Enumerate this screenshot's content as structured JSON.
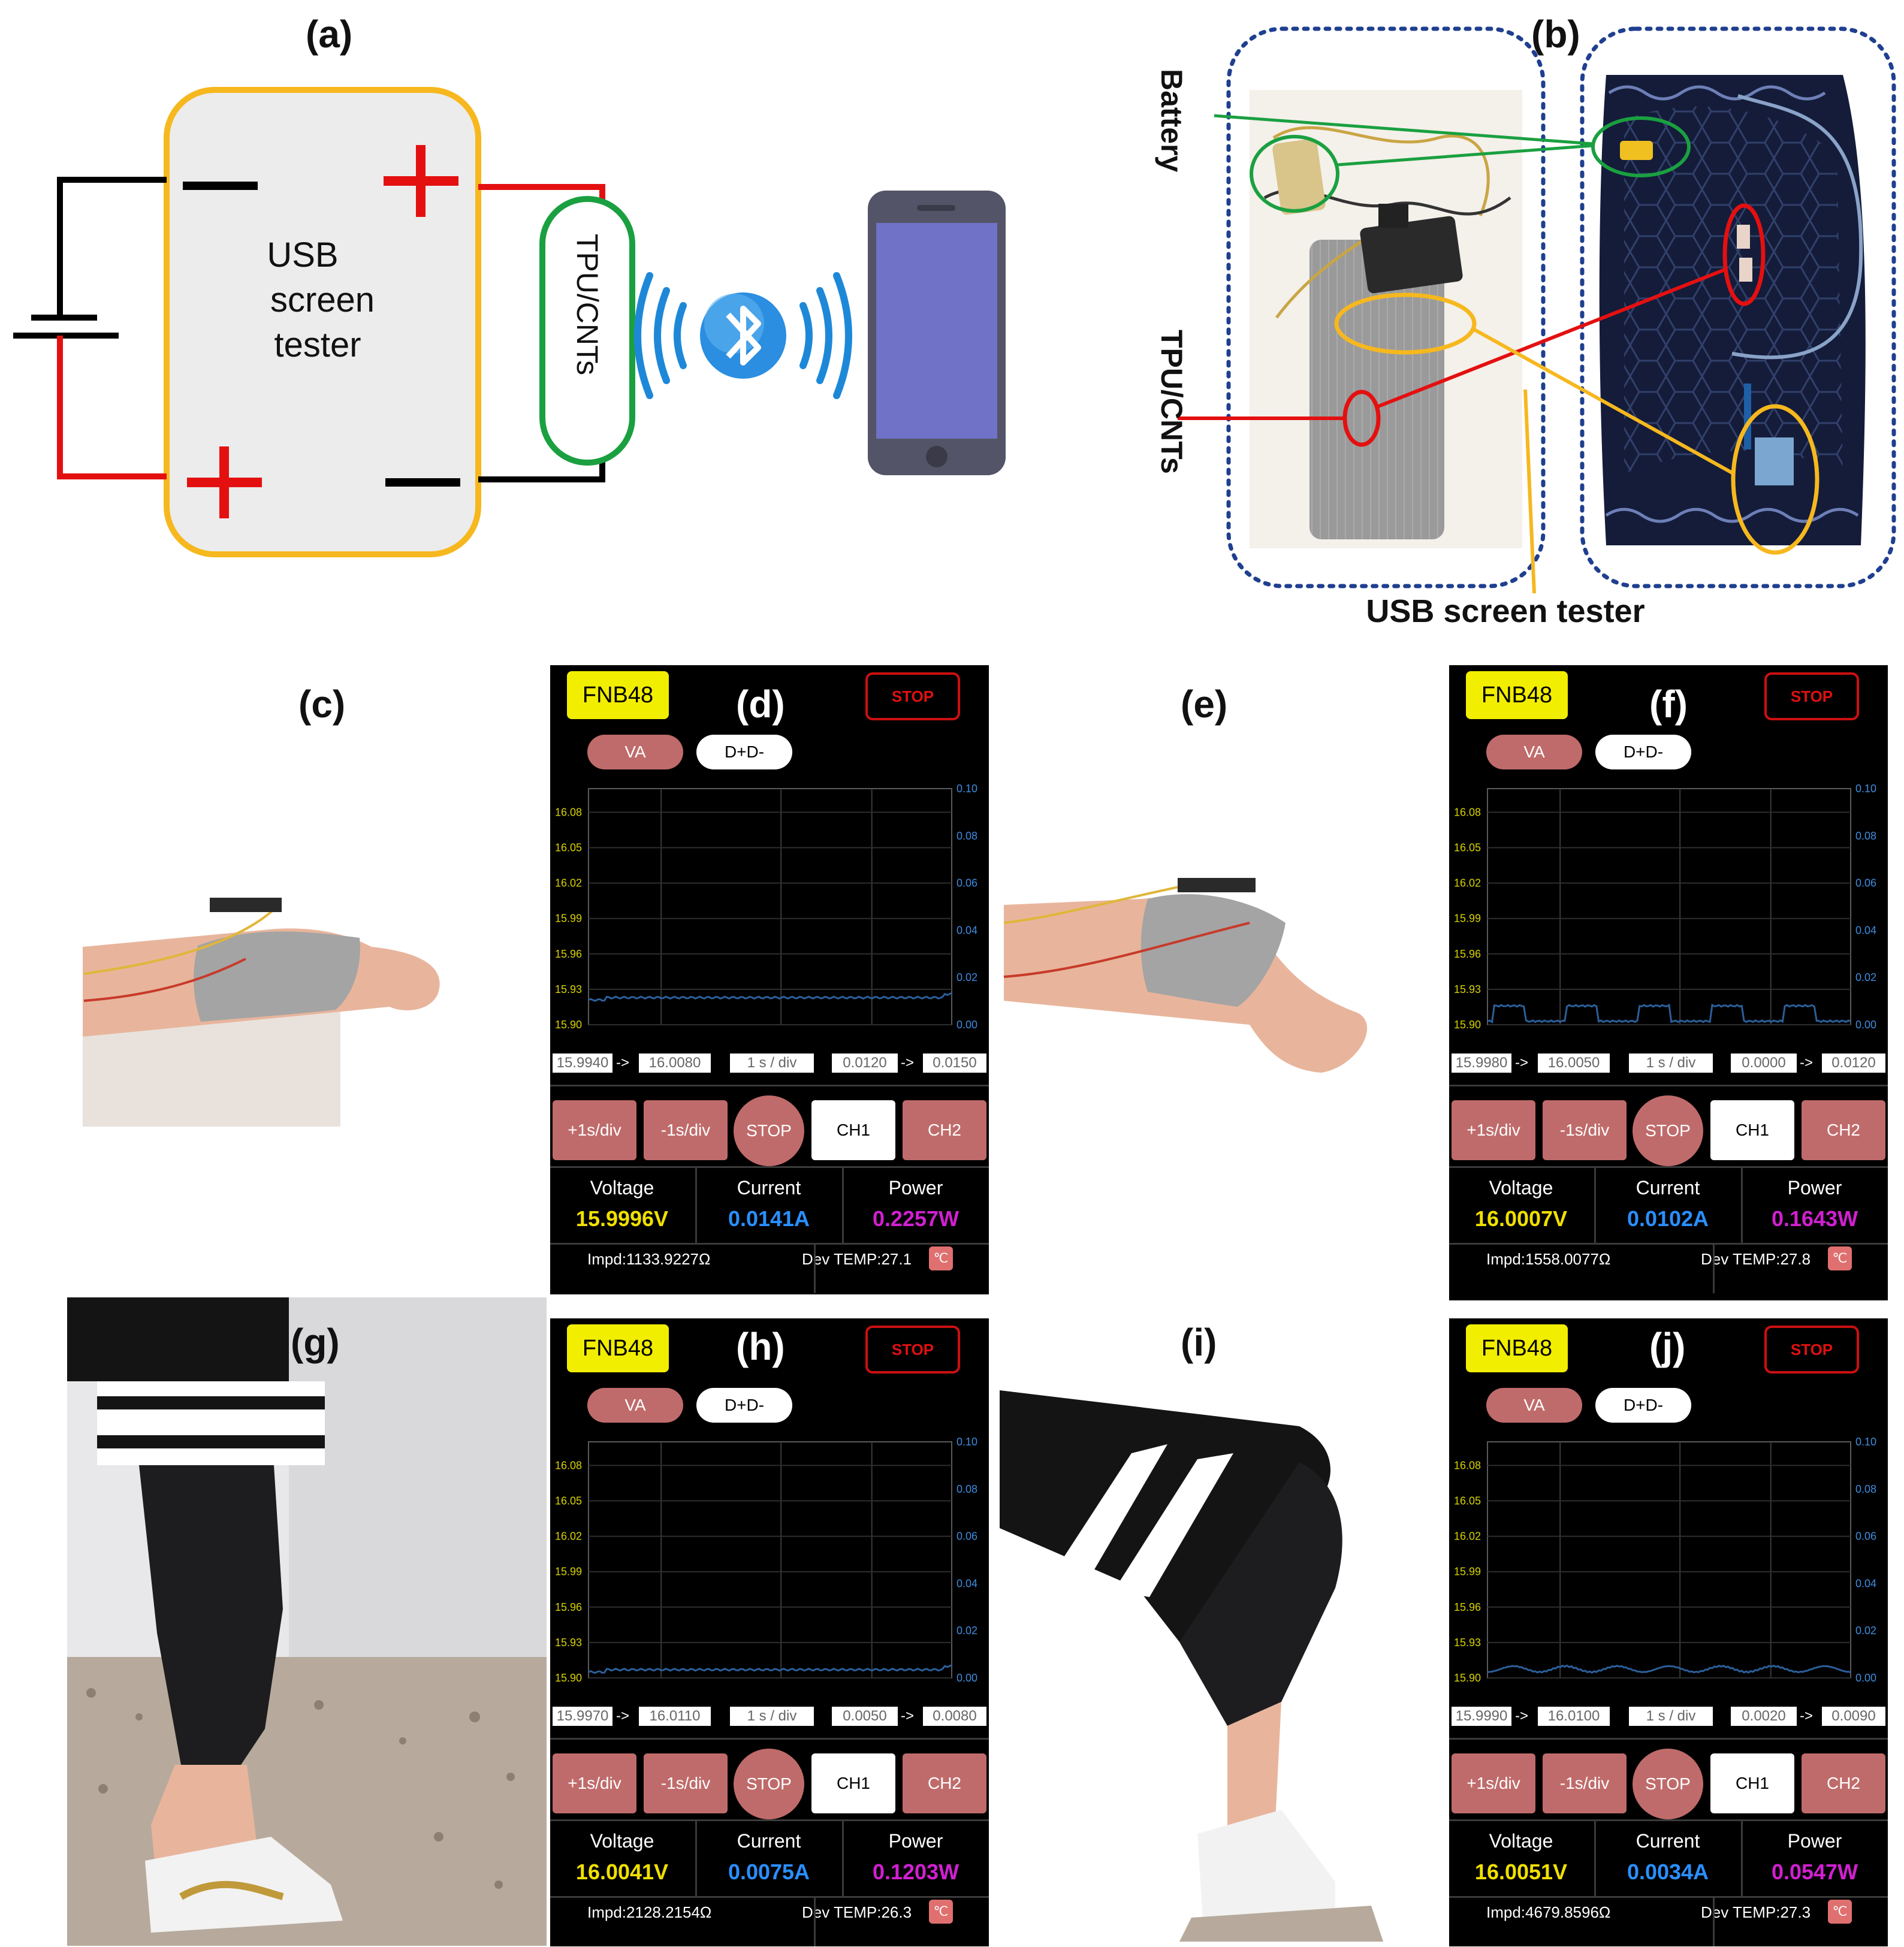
{
  "labels": {
    "a": "(a)",
    "b": "(b)",
    "c": "(c)",
    "d": "(d)",
    "e": "(e)",
    "f": "(f)",
    "g": "(g)",
    "h": "(h)",
    "i": "(i)",
    "j": "(j)"
  },
  "circuit": {
    "tester_text": [
      "USB",
      "screen",
      "tester"
    ],
    "sensor_text": "TPU/CNTs",
    "minus": "—",
    "plus": "+"
  },
  "photo_b": {
    "battery_label": "Battery",
    "sensor_label": "TPU/CNTs",
    "tester_label": "USB screen tester"
  },
  "app_common": {
    "brand": "FNB48",
    "stop": "STOP",
    "toggle_va": "VA",
    "toggle_dd": "D+D-",
    "btn_plus": "+1s/div",
    "btn_minus": "-1s/div",
    "btn_stop": "STOP",
    "btn_ch1": "CH1",
    "btn_ch2": "CH2",
    "voltage_label": "Voltage",
    "current_label": "Current",
    "power_label": "Power",
    "arrow": "->",
    "time_div": "1 s / div",
    "temp_icon": "℃",
    "y_left_ticks": [
      "16.08",
      "16.05",
      "16.02",
      "15.99",
      "15.96",
      "15.93",
      "15.90"
    ],
    "y_right_ticks": [
      "0.10",
      "0.08",
      "0.06",
      "0.04",
      "0.02",
      "0.00"
    ],
    "colors": {
      "voltage": "#f0e000",
      "current": "#2a8fff",
      "power": "#d020d0",
      "trace": "#2b5f9a",
      "button": "#c06b6b"
    }
  },
  "apps": [
    {
      "id": "d",
      "v_from": "15.9940",
      "v_to": "16.0080",
      "a_from": "0.0120",
      "a_to": "0.0150",
      "voltage": "15.9996V",
      "current": "0.0141A",
      "power": "0.2257W",
      "impd": "Impd:1133.9227Ω",
      "temp": "Dev TEMP:27.1",
      "trace": {
        "type": "flat",
        "level": 15.923
      }
    },
    {
      "id": "f",
      "v_from": "15.9980",
      "v_to": "16.0050",
      "a_from": "0.0000",
      "a_to": "0.0120",
      "voltage": "16.0007V",
      "current": "0.0102A",
      "power": "0.1643W",
      "impd": "Impd:1558.0077Ω",
      "temp": "Dev TEMP:27.8",
      "trace": {
        "type": "pulse",
        "low": 15.903,
        "high": 15.916,
        "cycles": 5
      }
    },
    {
      "id": "h",
      "v_from": "15.9970",
      "v_to": "16.0110",
      "a_from": "0.0050",
      "a_to": "0.0080",
      "voltage": "16.0041V",
      "current": "0.0075A",
      "power": "0.1203W",
      "impd": "Impd:2128.2154Ω",
      "temp": "Dev TEMP:26.3",
      "trace": {
        "type": "flat",
        "level": 15.907
      }
    },
    {
      "id": "j",
      "v_from": "15.9990",
      "v_to": "16.0100",
      "a_from": "0.0020",
      "a_to": "0.0090",
      "voltage": "16.0051V",
      "current": "0.0034A",
      "power": "0.0547W",
      "impd": "Impd:4679.8596Ω",
      "temp": "Dev TEMP:27.3",
      "trace": {
        "type": "bump",
        "low": 15.905,
        "high": 15.91,
        "cycles": 7
      }
    }
  ]
}
